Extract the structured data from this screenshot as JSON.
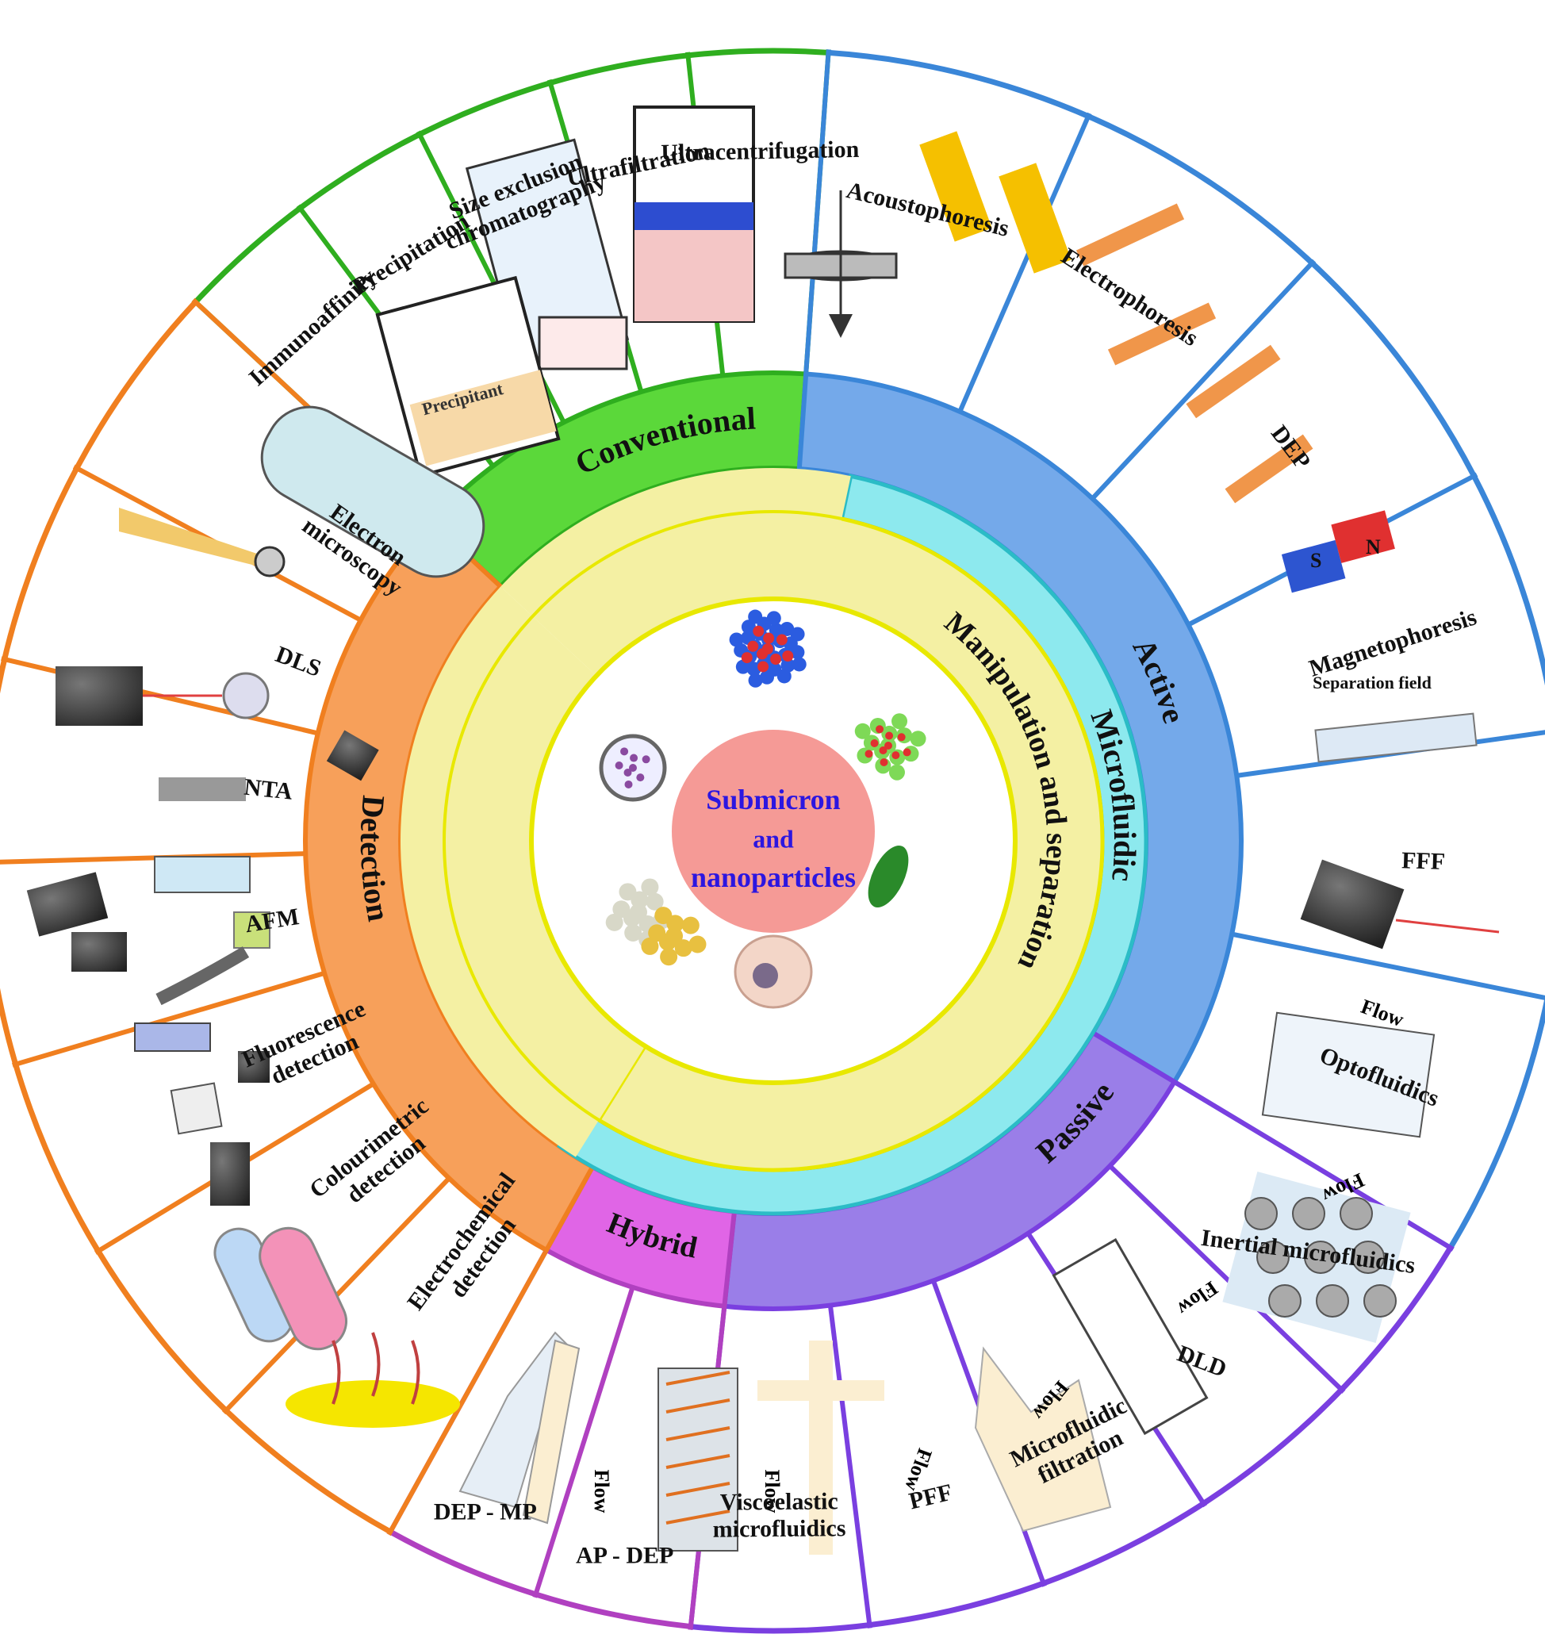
{
  "center": {
    "line1": "Submicron",
    "line2": "and",
    "line3": "nanoparticles"
  },
  "rings": {
    "manipulation": "Manipulation and separation",
    "microfluidic": "Microfluidic",
    "conventional": "Conventional",
    "detection": "Detection",
    "active": "Active",
    "passive": "Passive",
    "hybrid": "Hybrid"
  },
  "conventional_methods": [
    {
      "lines": [
        "Ultracentrifugation"
      ]
    },
    {
      "lines": [
        "Ultrafiltration"
      ]
    },
    {
      "lines": [
        "Size exclusion",
        "chromatography"
      ]
    },
    {
      "lines": [
        "Precipitation"
      ]
    },
    {
      "lines": [
        "Immunoaffinity"
      ]
    }
  ],
  "precipitant_label": "Precipitant",
  "detection_methods": [
    {
      "lines": [
        "Electron",
        "microscopy"
      ]
    },
    {
      "lines": [
        "DLS"
      ]
    },
    {
      "lines": [
        "NTA"
      ]
    },
    {
      "lines": [
        "AFM"
      ]
    },
    {
      "lines": [
        "Fluorescence",
        "detection"
      ]
    },
    {
      "lines": [
        "Colourimetric",
        "detection"
      ]
    },
    {
      "lines": [
        "Electrochemical",
        "detection"
      ]
    }
  ],
  "active_methods": [
    {
      "lines": [
        "Acoustophoresis"
      ]
    },
    {
      "lines": [
        "Electrophoresis"
      ]
    },
    {
      "lines": [
        "DEP"
      ]
    },
    {
      "lines": [
        "Magnetophoresis"
      ]
    },
    {
      "lines": [
        "FFF"
      ]
    },
    {
      "lines": [
        "Optofluidics"
      ]
    }
  ],
  "separation_field_label": "Separation field",
  "passive_methods": [
    {
      "lines": [
        "Inertial microfluidics"
      ]
    },
    {
      "lines": [
        "DLD"
      ]
    },
    {
      "lines": [
        "Microfluidic",
        "filtration"
      ]
    },
    {
      "lines": [
        "PFF"
      ]
    },
    {
      "lines": [
        "Viscoelastic",
        "microfluidics"
      ]
    }
  ],
  "hybrid_methods": [
    {
      "lines": [
        "AP - DEP"
      ]
    },
    {
      "lines": [
        "DEP - MP"
      ]
    }
  ],
  "flow_label": "Flow",
  "magnet_labels": {
    "south": "S",
    "north": "N"
  },
  "colors": {
    "conventional": "#5bd83a",
    "conventional_border": "#2fae1f",
    "detection": "#f7a05a",
    "detection_border": "#f07f1f",
    "active": "#74a9ea",
    "active_border": "#3a86d8",
    "passive": "#9a7ee8",
    "passive_border": "#7a3fe0",
    "hybrid": "#e065e6",
    "hybrid_border": "#b040c0",
    "microfluidic": "#8de9ee",
    "manipulation": "#f4f0a3",
    "center": "#f59a96",
    "center_text": "#2c16e0"
  }
}
